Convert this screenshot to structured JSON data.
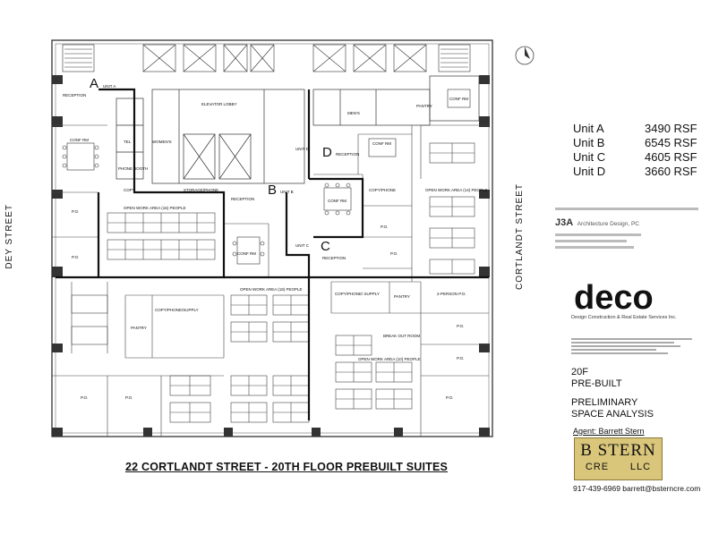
{
  "plan": {
    "unit_letters": [
      "A",
      "B",
      "C",
      "D"
    ],
    "room_labels": {
      "reception": "RECEPTION",
      "unit_a": "UNIT A",
      "elevator_lobby": "ELEVATOR LOBBY",
      "mens": "MEN'S",
      "womens": "WOMEN'S",
      "pantry": "PANTRY",
      "conf_rm": "CONF RM",
      "storage_phone": "STORAGE/PHONE",
      "open_work_area_a": "OPEN WORK AREA (16) PEOPLE",
      "open_work_area_b": "OPEN WORK AREA (18) PEOPLE",
      "open_work_area_c": "OPEN WORK AREA (10) PEOPLE",
      "open_work_area_d": "OPEN WORK AREA (14) PEOPLE",
      "copy_phone": "COPY/PHONE",
      "copy_phone_supply": "COPY/PHONE/ SUPPLY",
      "copy_phone_supply_b": "COPY/PHONE/SUPPLY",
      "po": "P.O.",
      "two_person_po": "2-PERSON P.O.",
      "break_out_room": "BREAK OUT ROOM",
      "tel": "TEL",
      "phone_booth": "PHONE BOOTH",
      "copy": "COPY",
      "unit_b": "UNIT B",
      "unit_c": "UNIT C",
      "unit_d": "UNIT D"
    }
  },
  "streets": {
    "left": "DEY STREET",
    "right": "CORTLANDT STREET"
  },
  "units": [
    {
      "name": "Unit A",
      "area": "3490 RSF"
    },
    {
      "name": "Unit B",
      "area": "6545 RSF"
    },
    {
      "name": "Unit C",
      "area": "4605 RSF"
    },
    {
      "name": "Unit D",
      "area": "3660 RSF"
    }
  ],
  "architect": {
    "logo": "J3A",
    "name": "Architecture Design, PC"
  },
  "deco": {
    "name": "deco",
    "subtitle": "Design Construction & Real Estate Services Inc."
  },
  "title_block": {
    "floor": "20F",
    "status": "PRE-BUILT",
    "line1": "PRELIMINARY",
    "line2": "SPACE ANALYSIS"
  },
  "agent": "Agent: Barrett Stern",
  "broker": {
    "top": "B STERN",
    "left": "CRE",
    "right": "LLC"
  },
  "contact": "917-439-6969  barrett@bsterncre.com",
  "caption": "22 CORTLANDT STREET - 20TH FLOOR PREBUILT SUITES"
}
